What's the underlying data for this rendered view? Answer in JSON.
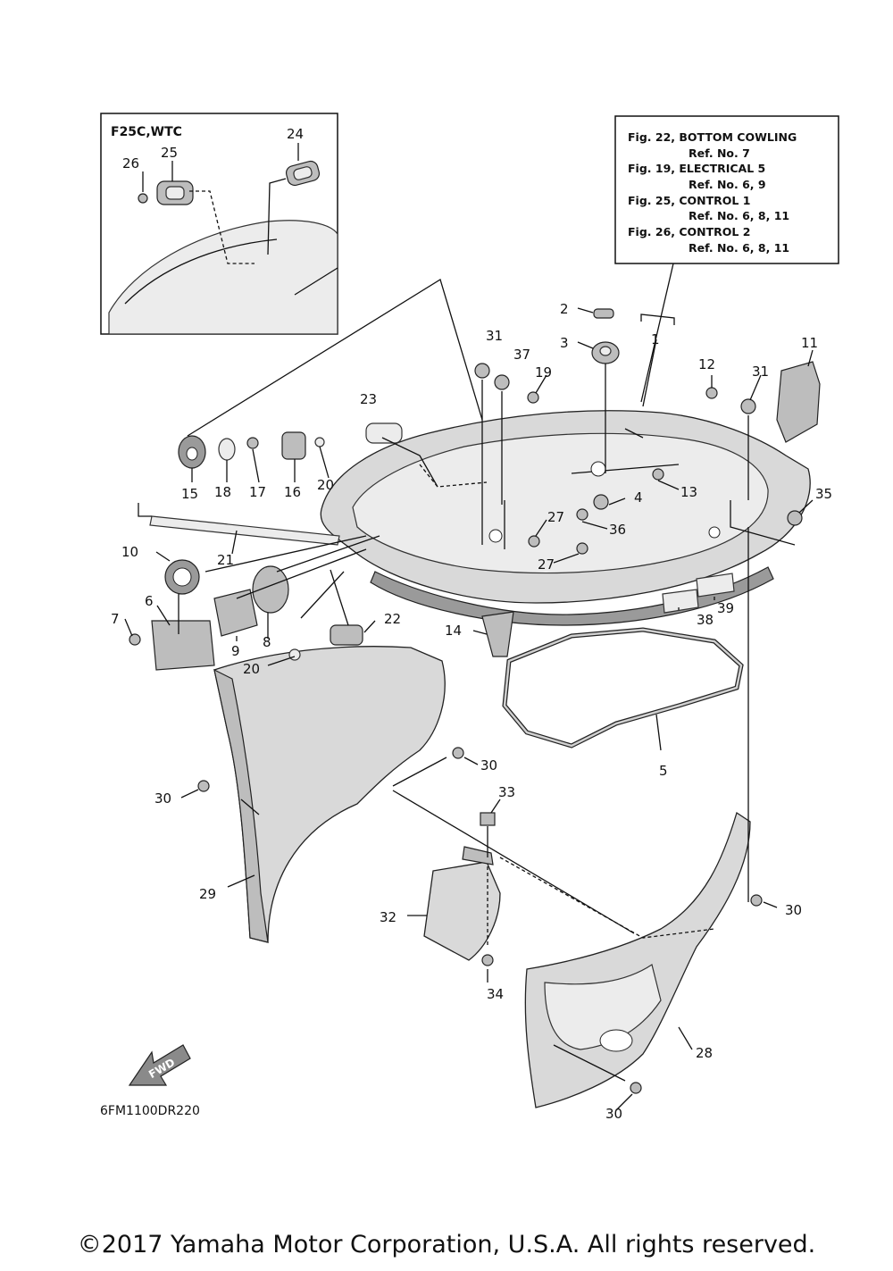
{
  "inset": {
    "title": "F25C,WTC",
    "callouts": [
      "24",
      "25",
      "26"
    ]
  },
  "reference_box": {
    "lines": [
      {
        "fig": "Fig. 22, BOTTOM COWLING",
        "ref": "Ref. No. 7"
      },
      {
        "fig": "Fig. 19, ELECTRICAL 5",
        "ref": "Ref. No. 6, 9"
      },
      {
        "fig": "Fig. 25, CONTROL 1",
        "ref": "Ref. No. 6, 8, 11"
      },
      {
        "fig": "Fig. 26, CONTROL 2",
        "ref": "Ref. No. 6, 8, 11"
      }
    ]
  },
  "callouts": {
    "c1": "1",
    "c2": "2",
    "c3": "3",
    "c4": "4",
    "c5": "5",
    "c6": "6",
    "c7": "7",
    "c8": "8",
    "c9": "9",
    "c10": "10",
    "c11": "11",
    "c12": "12",
    "c13": "13",
    "c14": "14",
    "c15": "15",
    "c16": "16",
    "c17": "17",
    "c18": "18",
    "c19": "19",
    "c20a": "20",
    "c20b": "20",
    "c21": "21",
    "c22": "22",
    "c23": "23",
    "c27a": "27",
    "c27b": "27",
    "c28": "28",
    "c29": "29",
    "c30a": "30",
    "c30b": "30",
    "c30c": "30",
    "c30d": "30",
    "c31a": "31",
    "c31b": "31",
    "c32": "32",
    "c33": "33",
    "c34": "34",
    "c35": "35",
    "c36": "36",
    "c37": "37",
    "c38": "38",
    "c39": "39"
  },
  "fwd_label": "FWD",
  "drawing_code": "6FM1100DR220",
  "copyright": "©2017 Yamaha Motor Corporation, U.S.A. All rights reserved."
}
